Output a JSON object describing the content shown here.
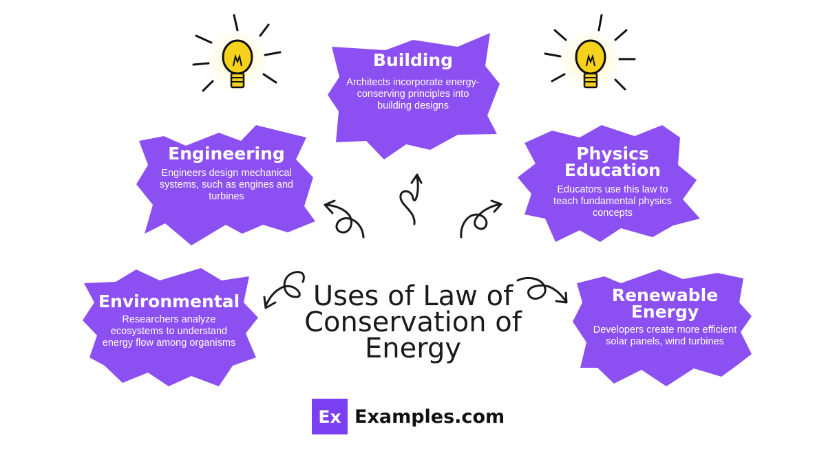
{
  "diagram": {
    "title": "Uses of Law of\nConservation of\nEnergy",
    "colors": {
      "card": "#8c4ff2",
      "arrow": "#1a1a1a",
      "bulb": "#f6d21c"
    },
    "cards": [
      {
        "title": "Building",
        "text": "Architects incorporate energy-conserving principles into building designs"
      },
      {
        "title": "Engineering",
        "text": "Engineers design mechanical systems, such as engines and turbines"
      },
      {
        "title": "Physics\nEducation",
        "text": "Educators use this law to teach fundamental physics concepts"
      },
      {
        "title": "Environmental",
        "text": "Researchers analyze ecosystems to understand energy flow among organisms"
      },
      {
        "title": "Renewable\nEnergy",
        "text": "Developers create more efficient solar panels, wind turbines"
      }
    ]
  },
  "brand": {
    "logo": "Ex",
    "name": "Examples.com"
  }
}
